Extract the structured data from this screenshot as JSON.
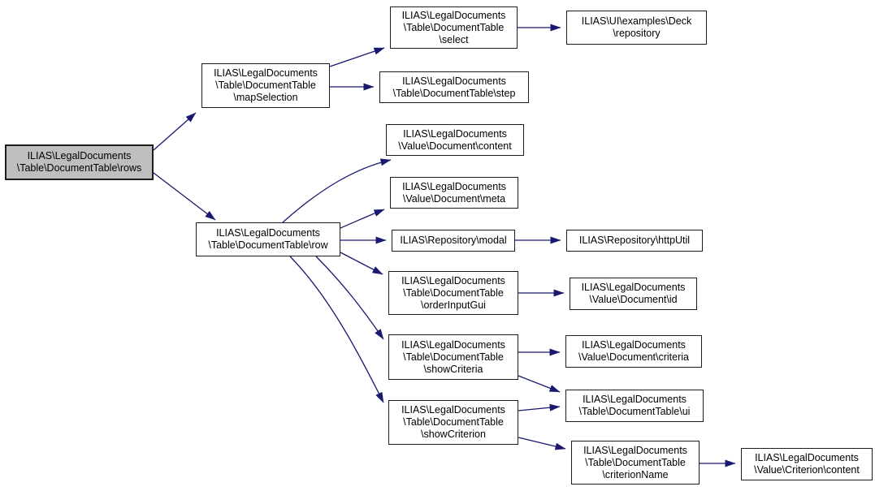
{
  "diagram_type": "call-graph",
  "colors": {
    "edge_color": "#191970",
    "node_border": "#1c1c1c",
    "node_fill": "#ffffff",
    "root_fill": "#bfbfbf",
    "text_color": "#000000",
    "bg": "#ffffff"
  },
  "nodes": [
    {
      "id": "rows",
      "label": "ILIAS\\LegalDocuments\n\\Table\\DocumentTable\\rows",
      "root": true
    },
    {
      "id": "mapSelection",
      "label": "ILIAS\\LegalDocuments\n\\Table\\DocumentTable\n\\mapSelection"
    },
    {
      "id": "select",
      "label": "ILIAS\\LegalDocuments\n\\Table\\DocumentTable\n\\select"
    },
    {
      "id": "deckRepository",
      "label": "ILIAS\\UI\\examples\\Deck\n\\repository"
    },
    {
      "id": "step",
      "label": "ILIAS\\LegalDocuments\n\\Table\\DocumentTable\\step"
    },
    {
      "id": "row",
      "label": "ILIAS\\LegalDocuments\n\\Table\\DocumentTable\\row"
    },
    {
      "id": "docContent",
      "label": "ILIAS\\LegalDocuments\n\\Value\\Document\\content"
    },
    {
      "id": "docMeta",
      "label": "ILIAS\\LegalDocuments\n\\Value\\Document\\meta"
    },
    {
      "id": "modal",
      "label": "ILIAS\\Repository\\modal"
    },
    {
      "id": "httpUtil",
      "label": "ILIAS\\Repository\\httpUtil"
    },
    {
      "id": "orderInputGui",
      "label": "ILIAS\\LegalDocuments\n\\Table\\DocumentTable\n\\orderInputGui"
    },
    {
      "id": "docId",
      "label": "ILIAS\\LegalDocuments\n\\Value\\Document\\id"
    },
    {
      "id": "showCriteria",
      "label": "ILIAS\\LegalDocuments\n\\Table\\DocumentTable\n\\showCriteria"
    },
    {
      "id": "docCriteria",
      "label": "ILIAS\\LegalDocuments\n\\Value\\Document\\criteria"
    },
    {
      "id": "showCriterion",
      "label": "ILIAS\\LegalDocuments\n\\Table\\DocumentTable\n\\showCriterion"
    },
    {
      "id": "tableUi",
      "label": "ILIAS\\LegalDocuments\n\\Table\\DocumentTable\\ui"
    },
    {
      "id": "criterionName",
      "label": "ILIAS\\LegalDocuments\n\\Table\\DocumentTable\n\\criterionName"
    },
    {
      "id": "critContent",
      "label": "ILIAS\\LegalDocuments\n\\Value\\Criterion\\content"
    }
  ],
  "edges": [
    {
      "from": "rows",
      "to": "mapSelection"
    },
    {
      "from": "rows",
      "to": "row"
    },
    {
      "from": "mapSelection",
      "to": "select"
    },
    {
      "from": "mapSelection",
      "to": "step"
    },
    {
      "from": "select",
      "to": "deckRepository"
    },
    {
      "from": "row",
      "to": "docContent"
    },
    {
      "from": "row",
      "to": "docMeta"
    },
    {
      "from": "row",
      "to": "modal"
    },
    {
      "from": "row",
      "to": "orderInputGui"
    },
    {
      "from": "row",
      "to": "showCriteria"
    },
    {
      "from": "row",
      "to": "showCriterion"
    },
    {
      "from": "modal",
      "to": "httpUtil"
    },
    {
      "from": "orderInputGui",
      "to": "docId"
    },
    {
      "from": "showCriteria",
      "to": "docCriteria"
    },
    {
      "from": "showCriteria",
      "to": "tableUi"
    },
    {
      "from": "showCriterion",
      "to": "tableUi"
    },
    {
      "from": "showCriterion",
      "to": "criterionName"
    },
    {
      "from": "criterionName",
      "to": "critContent"
    }
  ]
}
